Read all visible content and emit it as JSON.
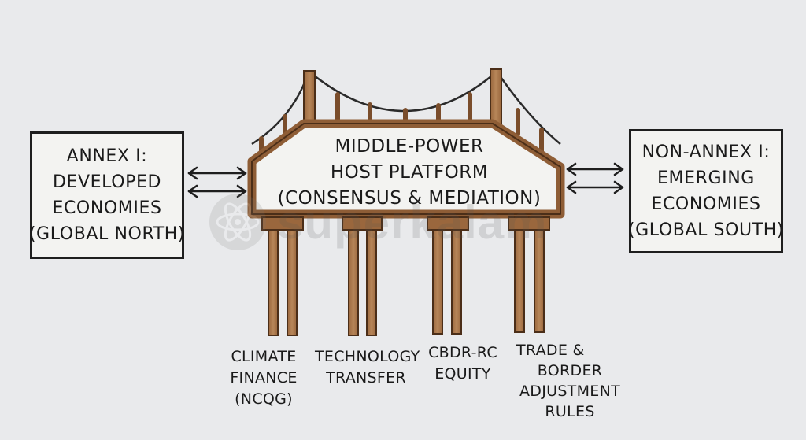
{
  "left_box": {
    "lines": [
      "ANNEX I:",
      "DEVELOPED",
      "ECONOMIES",
      "(GLOBAL NORTH)"
    ]
  },
  "right_box": {
    "lines": [
      "NON-ANNEX I:",
      "EMERGING",
      "ECONOMIES",
      "(GLOBAL SOUTH)"
    ]
  },
  "bridge": {
    "lines": [
      "MIDDLE-POWER",
      "HOST PLATFORM",
      "(CONSENSUS & MEDIATION)"
    ]
  },
  "pillars": [
    {
      "lines": [
        "CLIMATE",
        "FINANCE",
        "(NCQG)"
      ]
    },
    {
      "lines": [
        "TECHNOLOGY",
        "TRANSFER"
      ]
    },
    {
      "lines": [
        "CBDR-RC",
        "EQUITY"
      ]
    },
    {
      "lines": [
        "TRADE &",
        "BORDER",
        "ADJUSTMENT",
        "RULES"
      ]
    }
  ],
  "watermark": {
    "text": "superkalam"
  },
  "colors": {
    "background": "#e9eaec",
    "wood": "#a8764c",
    "wood_dark": "#6e4525",
    "ink": "#1e1e1e"
  }
}
